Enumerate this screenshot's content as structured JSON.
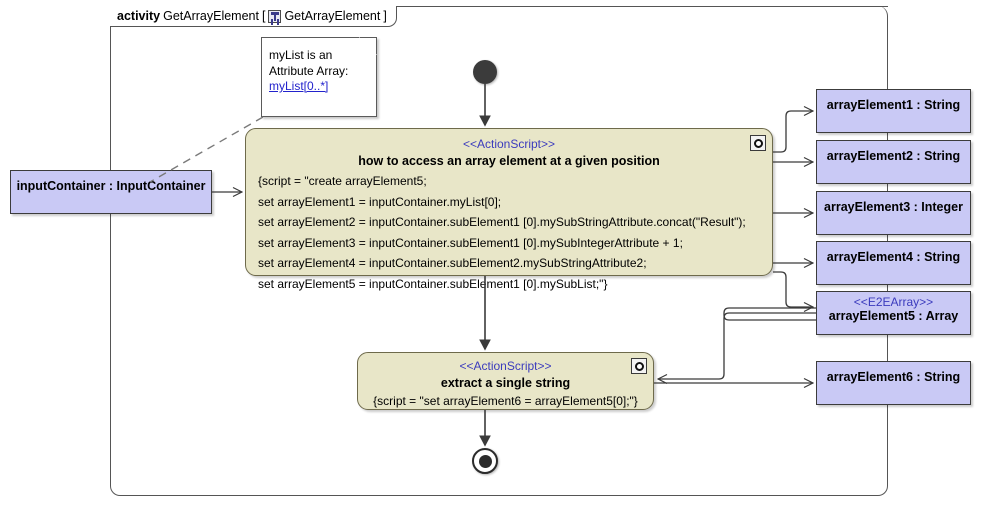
{
  "diagram": {
    "type": "uml-activity-diagram",
    "colors": {
      "action_fill": "#e8e6c8",
      "action_border": "#6e6a4b",
      "object_fill": "#c9c9f5",
      "object_border": "#3c3c3c",
      "stereotype_text": "#3b3bbd",
      "link_text": "#2222cc",
      "frame_border": "#555555",
      "node_fill": "#3b3b3b",
      "canvas": "#ffffff"
    }
  },
  "frame": {
    "keyword": "activity",
    "name": "GetArrayElement",
    "bracket_open": "[",
    "icon_name": "activity-diagram-icon",
    "qualified_name": "GetArrayElement",
    "bracket_close": "]"
  },
  "note": {
    "line1": "myList is an",
    "line2": "Attribute Array:",
    "link": "myList[0..*]"
  },
  "input_object": {
    "label": "inputContainer : InputContainer"
  },
  "actions": [
    {
      "id": "action-main",
      "stereotype": "<<ActionScript>>",
      "title": "how to access an array element at a given position",
      "script_lines": [
        "{script = \"create arrayElement5;",
        "set arrayElement1 = inputContainer.myList[0];",
        "set arrayElement2 = inputContainer.subElement1 [0].mySubStringAttribute.concat(\"Result\");",
        "set arrayElement3 = inputContainer.subElement1 [0].mySubIntegerAttribute + 1;",
        "set arrayElement4 = inputContainer.subElement2.mySubStringAttribute2;",
        "set arrayElement5 = inputContainer.subElement1 [0].mySubList;\"}"
      ],
      "icon_name": "script-gear-icon"
    },
    {
      "id": "action-extract",
      "stereotype": "<<ActionScript>>",
      "title": "extract a single string",
      "script_lines": [
        "{script = \"set arrayElement6 = arrayElement5[0];\"}"
      ],
      "icon_name": "script-gear-icon"
    }
  ],
  "output_objects": [
    {
      "id": "ae1",
      "stereotype": "",
      "label": "arrayElement1 : String"
    },
    {
      "id": "ae2",
      "stereotype": "",
      "label": "arrayElement2 : String"
    },
    {
      "id": "ae3",
      "stereotype": "",
      "label": "arrayElement3 : Integer"
    },
    {
      "id": "ae4",
      "stereotype": "",
      "label": "arrayElement4 : String"
    },
    {
      "id": "ae5",
      "stereotype": "<<E2EArray>>",
      "label": "arrayElement5 : Array"
    },
    {
      "id": "ae6",
      "stereotype": "",
      "label": "arrayElement6 : String"
    }
  ],
  "nodes": {
    "initial": "initial-node",
    "final": "activity-final-node"
  }
}
